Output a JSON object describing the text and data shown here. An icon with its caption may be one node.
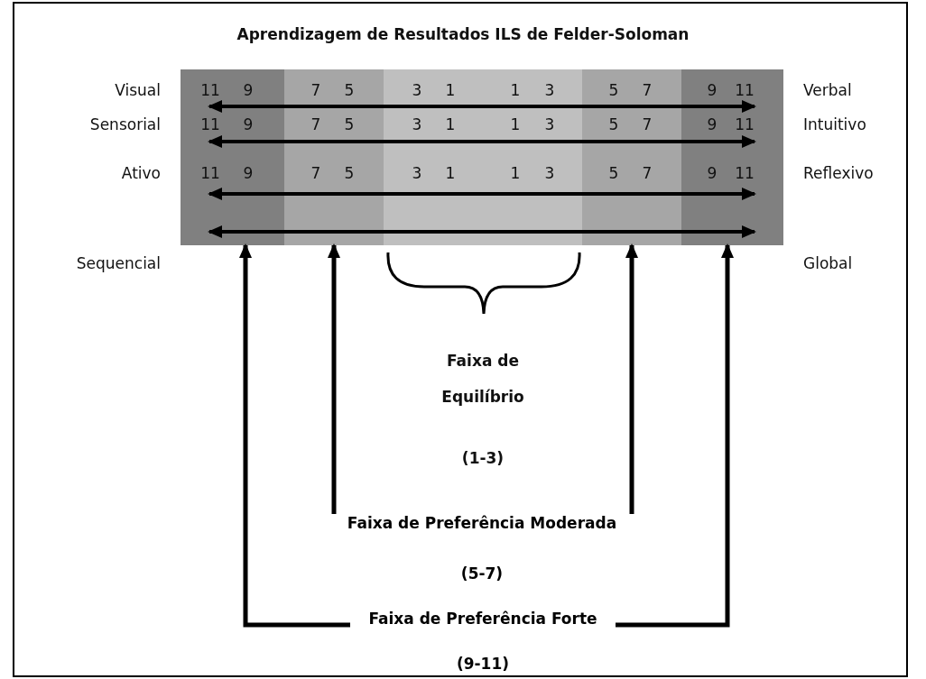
{
  "diagram": {
    "title": "Aprendizagem de Resultados ILS de Felder-Soloman",
    "nodes": [
      {
        "text": [],
        "shape": "bar"
      },
      {
        "text": [
          "Faixa de Preferência Moderada",
          "(5-7)"
        ]
      },
      {
        "text": [
          "Faixa de Preferência Forte",
          "(9-11)"
        ]
      }
    ],
    "edges": [
      {
        "from": 1,
        "to": 0,
        "arrow": "to"
      },
      {
        "from": 1,
        "to": 0,
        "arrow": "to"
      },
      {
        "from": 2,
        "to": 0,
        "arrow": "to"
      },
      {
        "from": 2,
        "to": 0,
        "arrow": "to"
      }
    ],
    "labels": [
      "Visual",
      "11",
      "9",
      "7",
      "5",
      "3",
      "1",
      "1",
      "3",
      "5",
      "7",
      "9",
      "11",
      "Verbal",
      "Sensorial",
      "11",
      "9",
      "7",
      "5",
      "3",
      "1",
      "1",
      "3",
      "5",
      "7",
      "9",
      "11",
      "Intuitivo",
      "Ativo",
      "11",
      "9",
      "7",
      "5",
      "3",
      "1",
      "1",
      "3",
      "5",
      "7",
      "9",
      "11",
      "Reflexivo",
      "Sequencial",
      "Global",
      "Faixa de Equilíbrio",
      "(1-3)"
    ]
  }
}
